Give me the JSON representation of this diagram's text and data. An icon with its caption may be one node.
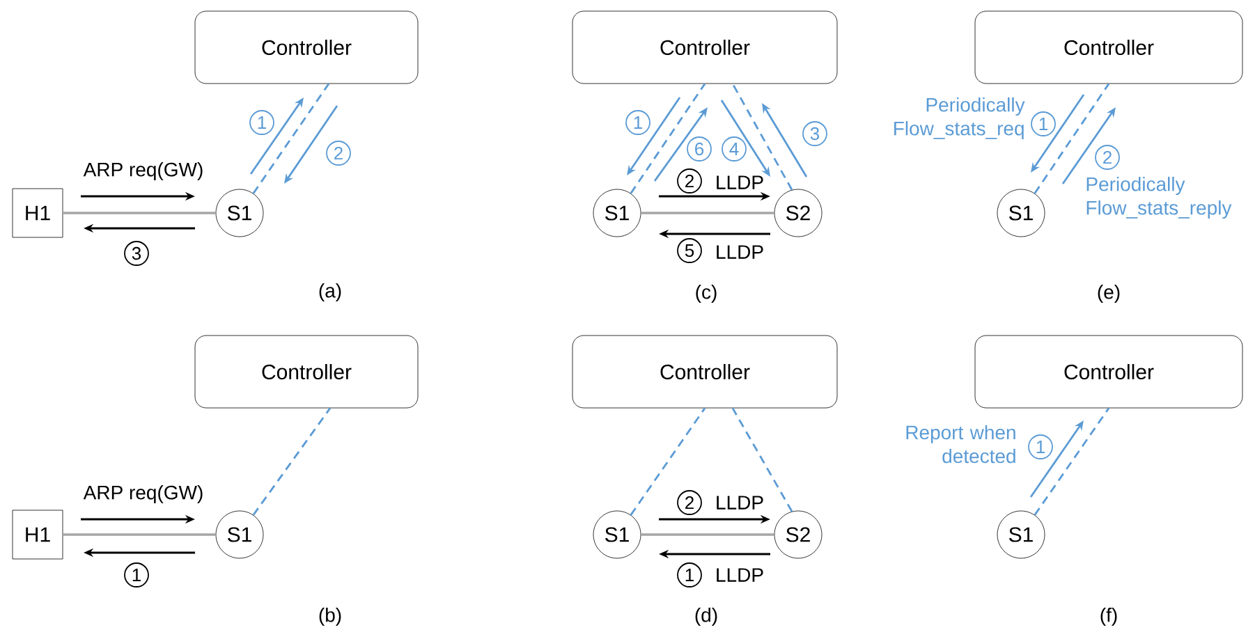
{
  "diagram": {
    "nodes": [
      {
        "text": [
          "Controller"
        ]
      },
      {
        "text": [
          "H1"
        ]
      },
      {
        "text": [
          "S1"
        ]
      },
      {
        "text": [
          "Controller"
        ]
      },
      {
        "text": [
          "S1"
        ]
      },
      {
        "text": [
          "S2"
        ]
      },
      {
        "text": [
          "Controller"
        ]
      },
      {
        "text": [
          "S1"
        ]
      },
      {
        "text": [
          "Controller"
        ]
      },
      {
        "text": [
          "H1"
        ]
      },
      {
        "text": [
          "S1"
        ]
      },
      {
        "text": [
          "Controller"
        ]
      },
      {
        "text": [
          "S1"
        ]
      },
      {
        "text": [
          "S2"
        ]
      },
      {
        "text": [
          "Controller"
        ]
      },
      {
        "text": [
          "S1"
        ]
      }
    ],
    "edges": [
      {
        "from": 1,
        "to": 2,
        "arrow": "none",
        "color": "#a6a6a6"
      },
      {
        "from": 2,
        "to": 0,
        "arrow": "none",
        "style": "dashed"
      },
      {
        "from": 4,
        "to": 5,
        "arrow": "none",
        "color": "#a6a6a6"
      },
      {
        "from": 4,
        "to": 3,
        "arrow": "none",
        "style": "dashed"
      },
      {
        "from": 5,
        "to": 3,
        "arrow": "none",
        "style": "dashed"
      },
      {
        "from": 7,
        "to": 6,
        "arrow": "none",
        "style": "dashed"
      },
      {
        "from": 9,
        "to": 10,
        "arrow": "none",
        "color": "#a6a6a6"
      },
      {
        "from": 10,
        "to": 8,
        "arrow": "none",
        "style": "dashed"
      },
      {
        "from": 12,
        "to": 13,
        "arrow": "none",
        "color": "#a6a6a6"
      },
      {
        "from": 12,
        "to": 11,
        "arrow": "none",
        "style": "dashed"
      },
      {
        "from": 13,
        "to": 11,
        "arrow": "none",
        "style": "dashed"
      },
      {
        "from": 15,
        "to": 14,
        "arrow": "none",
        "style": "dashed"
      }
    ],
    "labels": [
      "ARP req(GW)",
      "1",
      "2",
      "3",
      "(a)",
      "1",
      "6",
      "4",
      "3",
      "2",
      "LLDP",
      "5",
      "LLDP",
      "(c)",
      "Periodically Flow_stats_req",
      "1",
      "2",
      "Periodically Flow_stats_reply",
      "(e)",
      "ARP req(GW)",
      "1",
      "(b)",
      "2",
      "LLDP",
      "1",
      "LLDP",
      "(d)",
      "Report when detected",
      "1",
      "(f)"
    ]
  }
}
